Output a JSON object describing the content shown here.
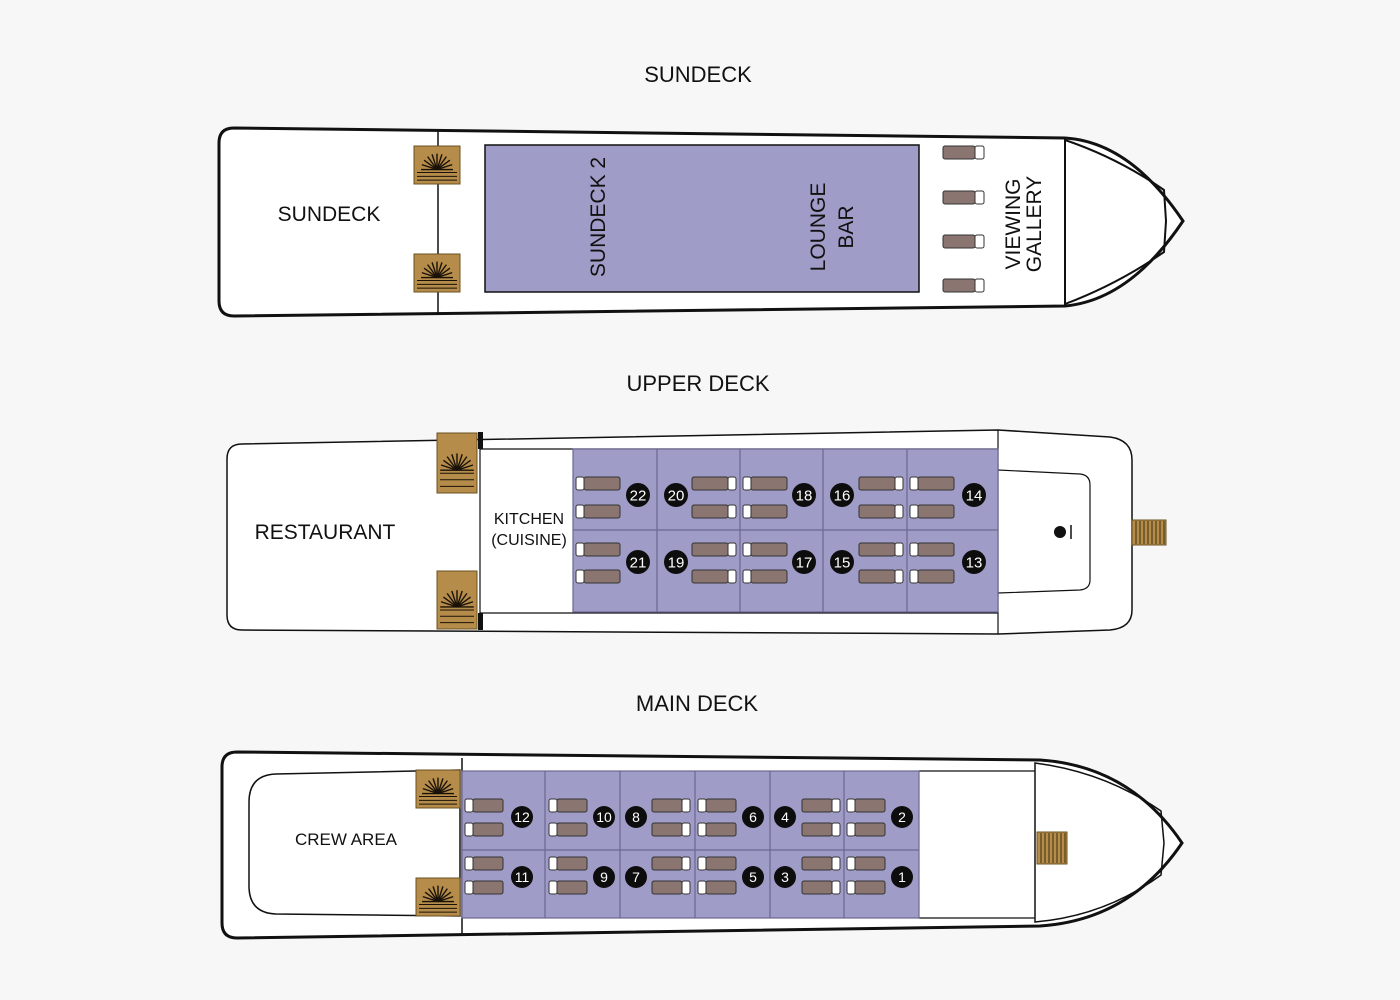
{
  "colors": {
    "hull_fill": "#ffffff",
    "hull_stroke": "#111111",
    "room_fill": "#a09cc8",
    "room_line": "#6a6890",
    "bed_fill": "#8a7570",
    "stairs_fill": "#b58c4a",
    "badge_fill": "#0d0d0d",
    "badge_text": "#ffffff"
  },
  "sundeck": {
    "title": "SUNDECK",
    "aft_label": "SUNDECK",
    "room_label": "SUNDECK 2",
    "lounge_line1": "LOUNGE",
    "lounge_line2": "BAR",
    "gallery_line1": "VIEWING",
    "gallery_line2": "GALLERY",
    "icons": [
      "staircase-icon",
      "deck-chair-icon"
    ]
  },
  "upper_deck": {
    "title": "UPPER DECK",
    "restaurant_label": "RESTAURANT",
    "kitchen_line1": "KITCHEN",
    "kitchen_line2": "(CUISINE)",
    "cabins_top": [
      "22",
      "20",
      "18",
      "16",
      "14"
    ],
    "cabins_bottom": [
      "21",
      "19",
      "17",
      "15",
      "13"
    ],
    "icons": [
      "staircase-icon",
      "bed-icon",
      "gangway-icon",
      "helm-icon"
    ]
  },
  "main_deck": {
    "title": "MAIN DECK",
    "crew_label": "CREW AREA",
    "cabins_top": [
      "12",
      "10",
      "8",
      "6",
      "4",
      "2"
    ],
    "cabins_bottom": [
      "11",
      "9",
      "7",
      "5",
      "3",
      "1"
    ],
    "icons": [
      "staircase-icon",
      "bed-icon",
      "gangway-icon"
    ]
  }
}
